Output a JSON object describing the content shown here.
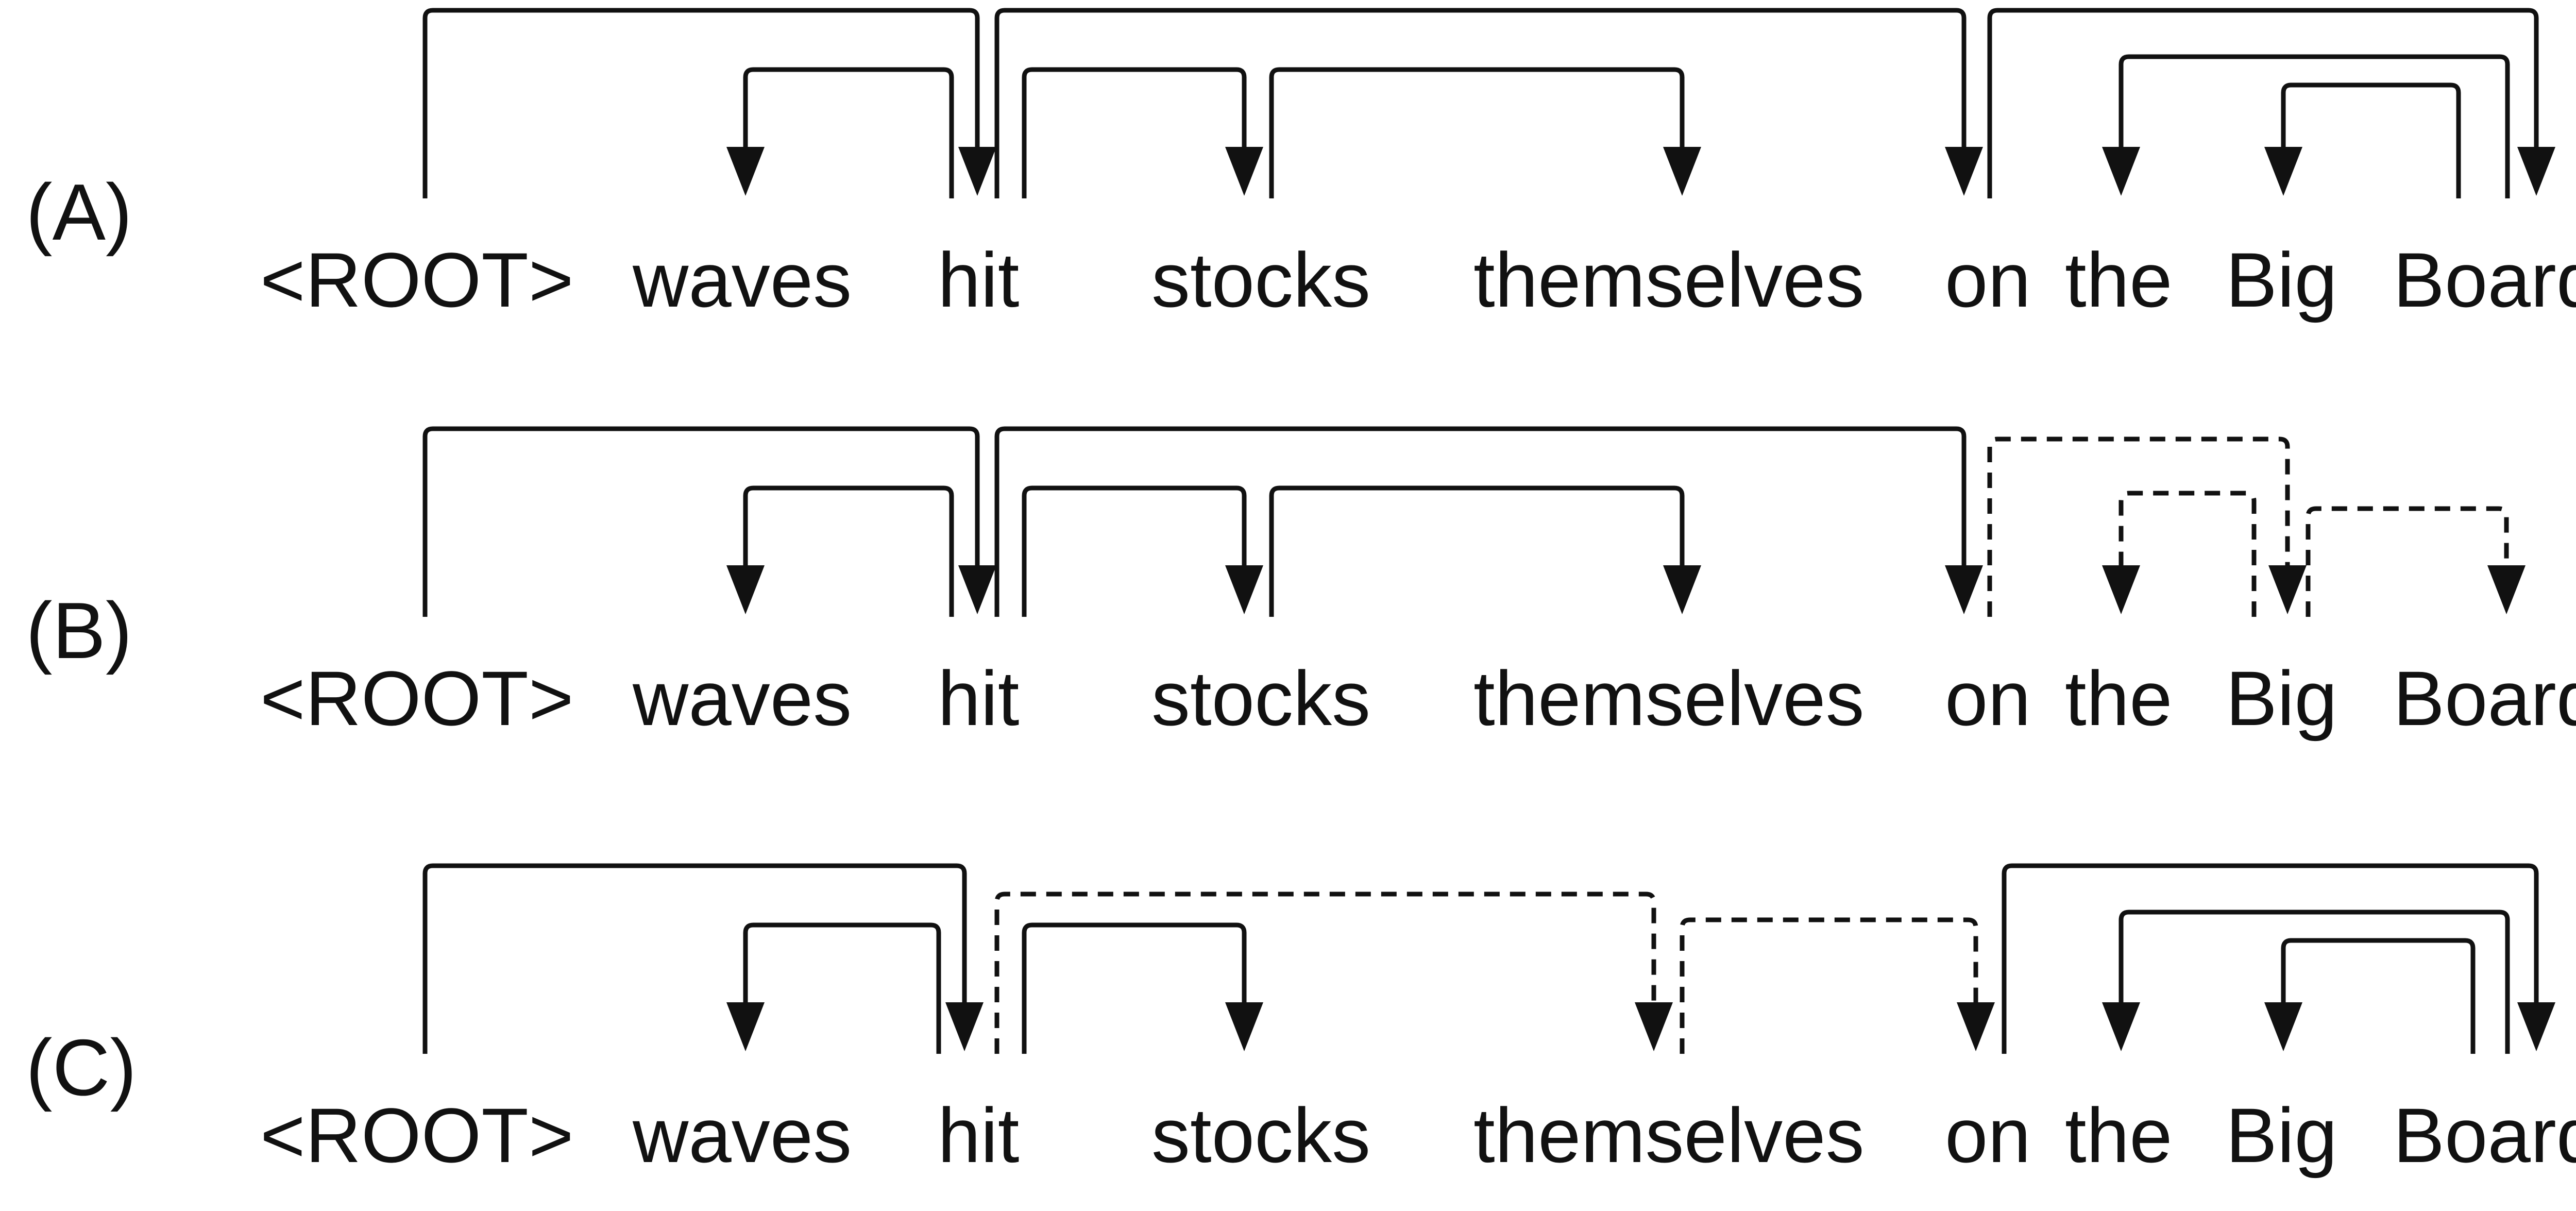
{
  "words": [
    "<ROOT>",
    "waves",
    "hit",
    "stocks",
    "themselves",
    "on",
    "the",
    "Big",
    "Board"
  ],
  "panels": [
    {
      "label": "(A)",
      "arcs": [
        {
          "head": "<ROOT>",
          "dependent": "hit",
          "style": "solid"
        },
        {
          "head": "hit",
          "dependent": "waves",
          "style": "solid"
        },
        {
          "head": "hit",
          "dependent": "on",
          "style": "solid"
        },
        {
          "head": "hit",
          "dependent": "stocks",
          "style": "solid"
        },
        {
          "head": "stocks",
          "dependent": "themselves",
          "style": "solid"
        },
        {
          "head": "on",
          "dependent": "Board",
          "style": "solid"
        },
        {
          "head": "Board",
          "dependent": "the",
          "style": "solid"
        },
        {
          "head": "Board",
          "dependent": "Big",
          "style": "solid"
        }
      ]
    },
    {
      "label": "(B)",
      "arcs": [
        {
          "head": "<ROOT>",
          "dependent": "hit",
          "style": "solid"
        },
        {
          "head": "hit",
          "dependent": "waves",
          "style": "solid"
        },
        {
          "head": "hit",
          "dependent": "on",
          "style": "solid"
        },
        {
          "head": "hit",
          "dependent": "stocks",
          "style": "solid"
        },
        {
          "head": "stocks",
          "dependent": "themselves",
          "style": "solid"
        },
        {
          "head": "on",
          "dependent": "Big",
          "style": "dashed"
        },
        {
          "head": "Big",
          "dependent": "the",
          "style": "dashed"
        },
        {
          "head": "Big",
          "dependent": "Board",
          "style": "dashed"
        }
      ]
    },
    {
      "label": "(C)",
      "arcs": [
        {
          "head": "<ROOT>",
          "dependent": "hit",
          "style": "solid"
        },
        {
          "head": "hit",
          "dependent": "waves",
          "style": "solid"
        },
        {
          "head": "hit",
          "dependent": "themselves",
          "style": "dashed"
        },
        {
          "head": "hit",
          "dependent": "stocks",
          "style": "solid"
        },
        {
          "head": "themselves",
          "dependent": "on",
          "style": "dashed"
        },
        {
          "head": "on",
          "dependent": "Board",
          "style": "solid"
        },
        {
          "head": "Board",
          "dependent": "the",
          "style": "solid"
        },
        {
          "head": "Board",
          "dependent": "Big",
          "style": "solid"
        }
      ]
    }
  ]
}
